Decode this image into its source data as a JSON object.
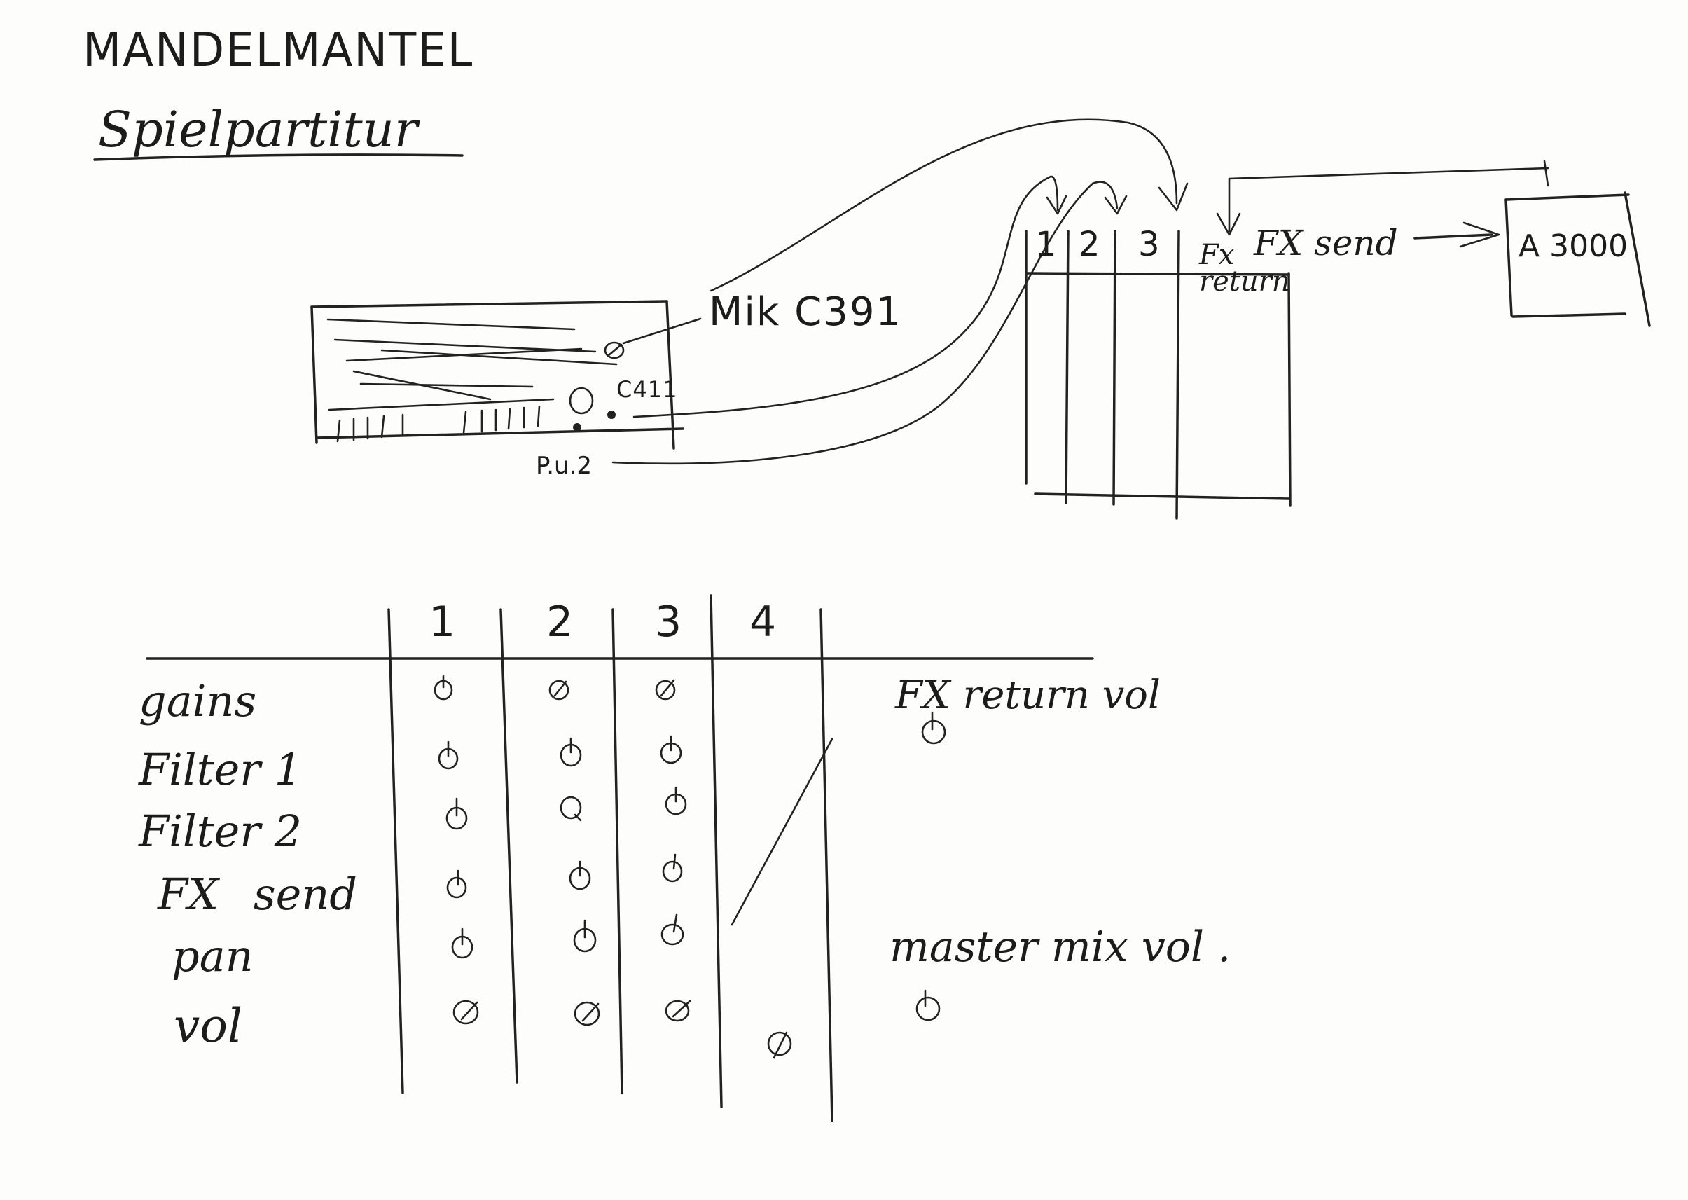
{
  "header": {
    "title": "MANDELMANTEL",
    "subtitle": "Spielpartitur"
  },
  "setup": {
    "mic_c391": "Mik C391",
    "mic_c411": "C411",
    "pickup": "P.u.2",
    "mixer_channels": [
      "1",
      "2",
      "3"
    ],
    "fx_send": "FX send",
    "fx_return": "Fx return",
    "sampler": "A 3000"
  },
  "score": {
    "columns": [
      "1",
      "2",
      "3",
      "4"
    ],
    "rows": [
      "gains",
      "Filter 1",
      "Filter 2",
      "FX send",
      "pan",
      "vol"
    ],
    "fx_return_vol": "FX return vol",
    "master_mix_vol": "master mix vol ."
  }
}
